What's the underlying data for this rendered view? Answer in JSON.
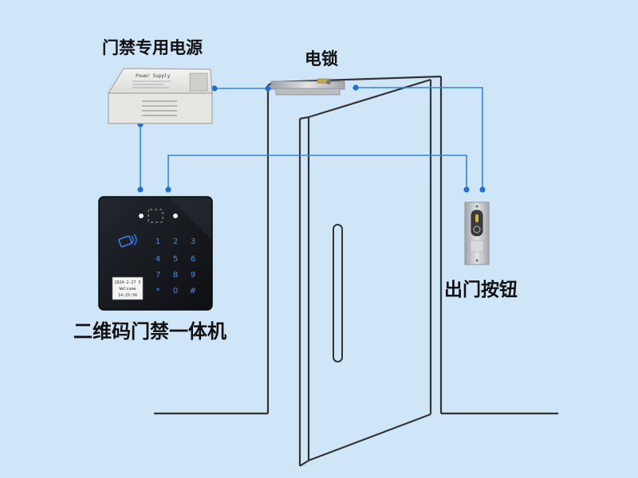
{
  "labels": {
    "power_supply": "门禁专用电源",
    "electric_lock": "电锁",
    "reader": "二维码门禁一体机",
    "exit_button": "出门按钮"
  },
  "power_supply_box": {
    "brand_text": "Power Supply"
  },
  "reader_device": {
    "keypad": [
      "1",
      "2",
      "3",
      "4",
      "5",
      "6",
      "7",
      "8",
      "9",
      "*",
      "0",
      "#"
    ],
    "screen_lines": [
      "2024-2-27 5",
      "Welcome",
      "14:25:56"
    ]
  },
  "colors": {
    "background": "#cfe6f9",
    "wire": "#2f86e0",
    "wire_dot": "#1f6fd6",
    "door_line": "#333333",
    "reader_body": "#16191e",
    "key_blue": "#3b8cff"
  }
}
